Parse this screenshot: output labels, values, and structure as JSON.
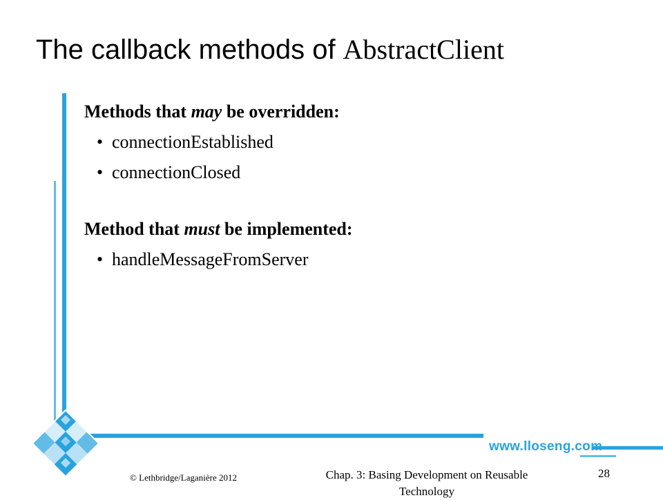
{
  "title": {
    "prefix": "The callback methods of ",
    "class_name": "AbstractClient"
  },
  "sections": [
    {
      "heading_before": "Methods that ",
      "heading_emphasis": "may",
      "heading_after": " be overridden:",
      "items": [
        "connectionEstablished",
        "connectionClosed"
      ]
    },
    {
      "heading_before": "Method that ",
      "heading_emphasis": "must",
      "heading_after": " be implemented:",
      "items": [
        "handleMessageFromServer"
      ]
    }
  ],
  "bullet_glyph": "•",
  "footer": {
    "copyright": "© Lethbridge/Laganière 2012",
    "chapter": "Chap. 3: Basing Development on Reusable Technology",
    "page_number": "28",
    "url": "www.lloseng.com"
  },
  "colors": {
    "accent": "#29a3dd",
    "accent_light": "#62bce6",
    "text": "#000000",
    "background": "#ffffff"
  }
}
